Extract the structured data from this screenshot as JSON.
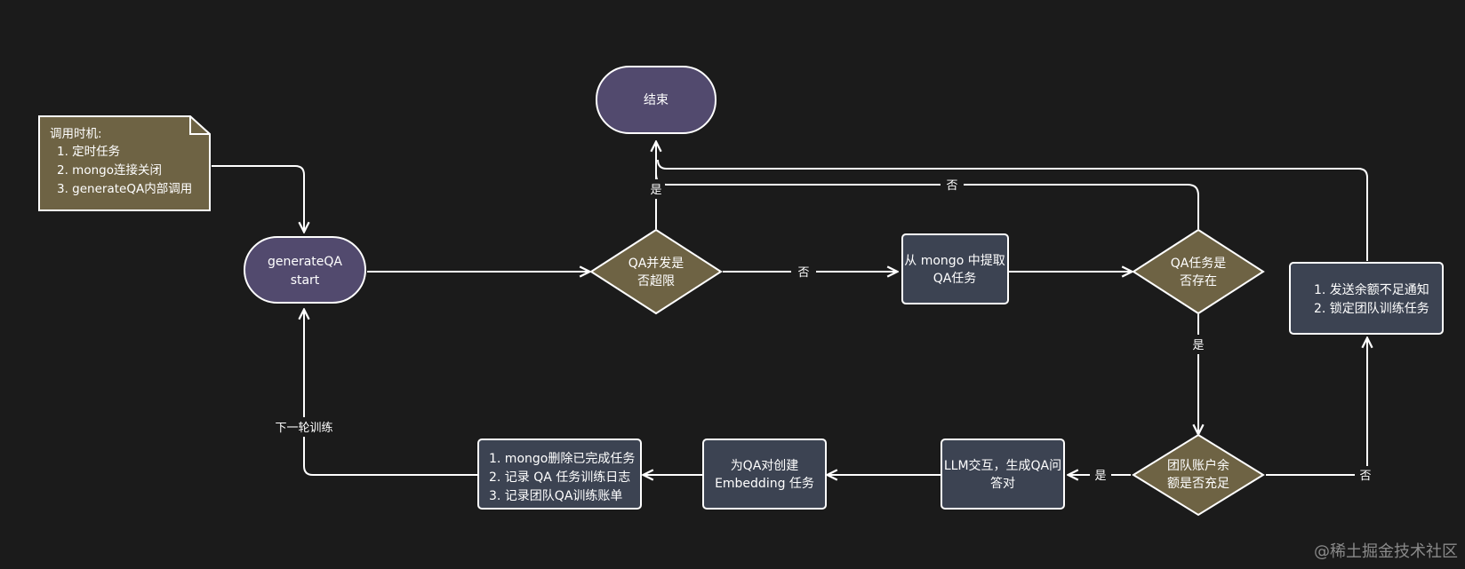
{
  "colors": {
    "background": "#1b1b1b",
    "terminal_fill": "#524a6e",
    "process_fill": "#3c4352",
    "decision_fill": "#6e6344",
    "note_fill": "#6e6344",
    "stroke": "#ffffff"
  },
  "nodes": {
    "note": [
      "调用时机:",
      "1. 定时任务",
      "2. mongo连接关闭",
      "3. generateQA内部调用"
    ],
    "end": [
      "结束"
    ],
    "start": [
      "generateQA",
      "start"
    ],
    "concurrency_check": [
      "QA并发是",
      "否超限"
    ],
    "fetch_task": [
      "从 mongo 中提取",
      "QA任务"
    ],
    "task_exists": [
      "QA任务是",
      "否存在"
    ],
    "insufficient_action": [
      "1. 发送余额不足通知",
      "2. 锁定团队训练任务"
    ],
    "balance_check": [
      "团队账户余",
      "额是否充足"
    ],
    "llm": [
      "LLM交互，生成QA问",
      "答对"
    ],
    "embedding": [
      "为QA对创建",
      "Embedding 任务"
    ],
    "cleanup": [
      "1. mongo删除已完成任务",
      "2. 记录 QA 任务训练日志",
      "3. 记录团队QA训练账单"
    ]
  },
  "edge_labels": {
    "yes_to_end": "是",
    "no_task_to_end": "否",
    "no_to_fetch": "否",
    "task_yes": "是",
    "balance_yes": "是",
    "balance_no": "否",
    "next_round": "下一轮训练"
  },
  "watermark": "@稀土掘金技术社区"
}
